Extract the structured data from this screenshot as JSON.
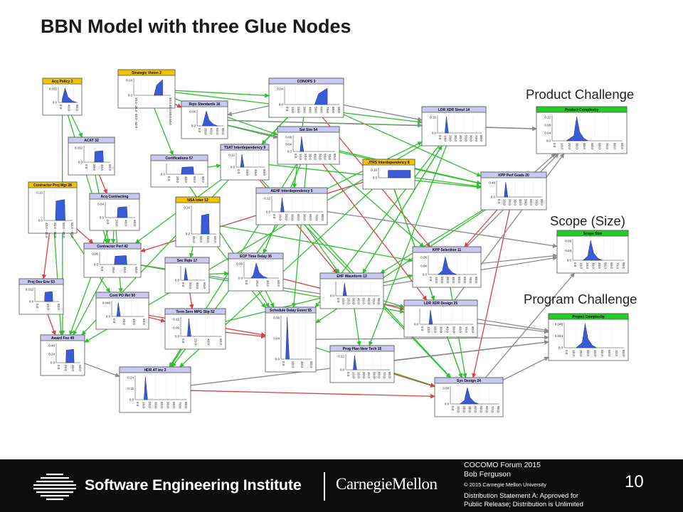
{
  "slide": {
    "title": "BBN Model with three Glue Nodes"
  },
  "glue_labels": {
    "product": "Product Challenge",
    "scope": "Scope (Size)",
    "program": "Program Challenge"
  },
  "nodes": [
    {
      "id": "acq_policy",
      "title": "Acq Policy 2",
      "header": "#f3c200",
      "yticks": [
        "0.032",
        "0.0"
      ],
      "xticks": [
        "0.0",
        "40.0",
        "80.0"
      ]
    },
    {
      "id": "strategic_vision",
      "title": "Strategic Vision 2",
      "header": "#f3c200",
      "yticks": [
        "0.24",
        "0.0"
      ],
      "xticks": [
        "20.0 -30.0 -40.0 -50.0 -",
        "30.0 40.0 50.0 60.0"
      ]
    },
    {
      "id": "conops",
      "title": "CONOPS 3",
      "header": "#c8c8f0",
      "yticks": [
        "0.04",
        "0.0"
      ],
      "xticks": [
        "0.0",
        "10.0",
        "20.0",
        "30.0",
        "40.0",
        "50.0",
        "60.0",
        "70.0",
        "80.0",
        "90.0"
      ]
    },
    {
      "id": "rqts_standards",
      "title": "Rqts Standards 16",
      "header": "#c8c8f0",
      "yticks": [
        "0.06",
        "0.0"
      ],
      "xticks": [
        "0.0",
        "20.0",
        "40.0",
        "60.0",
        "80.0"
      ]
    },
    {
      "id": "ldr_xdr_simul",
      "title": "LDR XDR Simul 14",
      "header": "#c8c8f0",
      "yticks": [
        "0.16",
        "0.0"
      ],
      "xticks": [
        "0.0",
        "10.0",
        "20.0",
        "30.0",
        "40.0",
        "50.0",
        "60.0",
        "70.0",
        "80.0"
      ]
    },
    {
      "id": "product_complexity",
      "title": "Product Complexity",
      "header": "#22cc22",
      "yticks": [
        "0.12",
        "0.08",
        "0.04",
        "0.0"
      ],
      "xticks": [
        "0.0",
        "10.0",
        "20.0",
        "30.0",
        "40.0",
        "50.0",
        "60.0",
        "70.0",
        "80.0",
        "90.0"
      ]
    },
    {
      "id": "sat_sim",
      "title": "Sat Sim 54",
      "header": "#c8c8f0",
      "yticks": [
        "0.08",
        "0.04",
        "0.0"
      ],
      "xticks": [
        "0.0",
        "10.0",
        "20.0",
        "30.0",
        "40.0",
        "50.0",
        "60.0",
        "70.0",
        "80.0"
      ]
    },
    {
      "id": "acat",
      "title": "ACAT 32",
      "header": "#c8c8f0",
      "yticks": [
        "0.032",
        "0.0"
      ],
      "xticks": [
        "0.0",
        "20.0",
        "40.0",
        "60.0"
      ]
    },
    {
      "id": "certifications",
      "title": "Certifications 57",
      "header": "#c8c8f0",
      "yticks": [
        "0.0"
      ],
      "xticks": [
        "0.0",
        "20.0",
        "40.0",
        "60.0",
        "80.0"
      ]
    },
    {
      "id": "tsat_interdep",
      "title": "TSAT Interdependency 9",
      "header": "#c8c8f0",
      "yticks": [
        "0.12",
        "0.0"
      ],
      "xticks": [
        "0.0",
        "20.0",
        "40.0",
        "60.0"
      ]
    },
    {
      "id": "jtrs_interdep",
      "title": "JTRS Interdependency 8",
      "header": "#f3c200",
      "yticks": [
        "0.16",
        "0.0"
      ],
      "xticks": []
    },
    {
      "id": "kpp_perf_goals",
      "title": "KPP Perf Goals 20",
      "header": "#c8c8f0",
      "yticks": [
        "0.48",
        "0.0"
      ],
      "xticks": [
        "0.0",
        "10.0",
        "20.0",
        "30.0",
        "40.0",
        "50.0",
        "60.0",
        "70.0",
        "80.0"
      ]
    },
    {
      "id": "contractor_proj_mgt",
      "title": "Contractor Proj Mgt 28",
      "header": "#f3c200",
      "yticks": [
        "0.16",
        "0.0"
      ],
      "xticks": [
        "40.0 - 45.0",
        "45.0 - 50.0",
        "50.0 - 55.0",
        "55.0 - 60.0"
      ]
    },
    {
      "id": "acq_contracting",
      "title": "Acq Contracting",
      "header": "#c8c8f0",
      "yticks": [
        "0.04",
        "0.0"
      ],
      "xticks": [
        "0.0",
        "20.0",
        "40.0",
        "60.0"
      ]
    },
    {
      "id": "nsa_inter",
      "title": "NSA Inter 12",
      "header": "#f3c200",
      "yticks": [
        "0.16",
        "0.0"
      ],
      "xticks": [
        "45.0",
        "50.0",
        "55.0",
        "60.0"
      ]
    },
    {
      "id": "aehf_interdep",
      "title": "AEHF Interdependency 5",
      "header": "#c8c8f0",
      "yticks": [
        "0.12",
        "0.0"
      ],
      "xticks": [
        "0.0",
        "10.0",
        "20.0",
        "30.0",
        "40.0",
        "50.0",
        "60.0",
        "70.0",
        "80.0"
      ]
    },
    {
      "id": "scope_size",
      "title": "Scope Size",
      "header": "#22cc22",
      "yticks": [
        "0.08",
        "0.04",
        "0.0"
      ],
      "xticks": [
        "0.0",
        "10.0",
        "20.0",
        "30.0",
        "40.0",
        "50.0",
        "60.0",
        "70.0",
        "80.0"
      ]
    },
    {
      "id": "contractor_perf",
      "title": "Contractor Perf 42",
      "header": "#c8c8f0",
      "yticks": [
        "0.06",
        "0.0"
      ],
      "xticks": [
        "0.0",
        "20.0",
        "40.0",
        "60.0"
      ]
    },
    {
      "id": "kpp_selection",
      "title": "KPP Selection 11",
      "header": "#c8c8f0",
      "yticks": [
        "0.08",
        "0.04",
        "0.0"
      ],
      "xticks": [
        "0.0",
        "10.0",
        "20.0",
        "30.0",
        "40.0",
        "50.0",
        "60.0",
        "70.0",
        "80.0"
      ]
    },
    {
      "id": "sec_rqts",
      "title": "Sec Rqts 17",
      "header": "#c8c8f0",
      "yticks": [
        "0.0"
      ],
      "xticks": [
        "0.0",
        "20.0",
        "40.0",
        "60.0"
      ]
    },
    {
      "id": "ecp_time_delay",
      "title": "ECP Time Delay 36",
      "header": "#c8c8f0",
      "yticks": [
        "0.06",
        "0.0"
      ],
      "xticks": [
        "0.0",
        "20.0",
        "40.0",
        "60.0"
      ]
    },
    {
      "id": "proj_dev_env",
      "title": "Proj Dev Env 53",
      "header": "#c8c8f0",
      "yticks": [
        "0.012",
        "0.0"
      ],
      "xticks": [
        "0.0",
        "40.0",
        "80.0"
      ]
    },
    {
      "id": "ehf_waveform",
      "title": "EHF Waveform 13",
      "header": "#c8c8f0",
      "yticks": [
        "0.0"
      ],
      "xticks": [
        "0.0",
        "10.0",
        "20.0",
        "30.0",
        "40.0",
        "50.0",
        "60.0",
        "70.0",
        "80.0"
      ]
    },
    {
      "id": "cont_po_rel",
      "title": "Cont PO Rel 50",
      "header": "#c8c8f0",
      "yticks": [
        "0.048",
        "0.0"
      ],
      "xticks": [
        "0.0",
        "20.0",
        "40.0",
        "60.0"
      ]
    },
    {
      "id": "ldr_xdr_design",
      "title": "LDR XDR Design 25",
      "header": "#c8c8f0",
      "yticks": [
        "0.0"
      ],
      "xticks": [
        "0.0",
        "10.0",
        "20.0",
        "30.0",
        "40.0",
        "50.0",
        "60.0",
        "70.0",
        "80.0"
      ]
    },
    {
      "id": "project_complexity",
      "title": "Project Complexity",
      "header": "#22cc22",
      "yticks": [
        "0.048",
        "0.024",
        "0.0"
      ],
      "xticks": [
        "0.0",
        "10.0",
        "20.0",
        "30.0",
        "40.0",
        "50.0",
        "60.0",
        "70.0",
        "80.0"
      ]
    },
    {
      "id": "term_serv_mpg",
      "title": "Term Serv MPG Slip 52",
      "header": "#c8c8f0",
      "yticks": [
        "0.12",
        "0.06",
        "0.0"
      ],
      "xticks": [
        "0.0",
        "20.0",
        "40.0",
        "60.0"
      ]
    },
    {
      "id": "award_fee",
      "title": "Award Fee 49",
      "header": "#c8c8f0",
      "yticks": [
        "0.48",
        "0.24",
        "0.0"
      ],
      "xticks": [
        "0.0",
        "20.0",
        "40.0",
        "60.0"
      ]
    },
    {
      "id": "schedule_delay_event",
      "title": "Schedule Delay Event 55",
      "header": "#c8c8f0",
      "yticks": [
        "0.08",
        "0.04",
        "0.0"
      ],
      "xticks": [
        "0.0",
        "20.0",
        "40.0",
        "60.0"
      ]
    },
    {
      "id": "prog_plan_new_tech",
      "title": "Prog Plan New Tech 15",
      "header": "#c8c8f0",
      "yticks": [
        "0.12",
        "0.0"
      ],
      "xticks": [
        "0.0",
        "10.0",
        "20.0",
        "30.0",
        "40.0",
        "50.0",
        "60.0",
        "70.0",
        "80.0"
      ]
    },
    {
      "id": "hdr_at_inc2",
      "title": "HDR AT Inc 2",
      "header": "#c8c8f0",
      "yticks": [
        "0.24",
        "0.12",
        "0.0"
      ],
      "xticks": [
        "0.0",
        "10.0",
        "20.0",
        "30.0",
        "40.0",
        "50.0",
        "60.0",
        "70.0",
        "80.0"
      ]
    },
    {
      "id": "sys_design",
      "title": "Sys Design 24",
      "header": "#c8c8f0",
      "yticks": [
        "0.08",
        "0.0"
      ],
      "xticks": [
        "0.0",
        "10.0",
        "20.0",
        "30.0",
        "40.0",
        "50.0",
        "60.0",
        "70.0",
        "80.0"
      ]
    }
  ],
  "edge_colors": {
    "green": "#2ec02e",
    "red": "#d84040",
    "gray": "#8a8a8a"
  },
  "footer": {
    "org": "Software Engineering Institute",
    "university": "CarnegieMellon",
    "event": "COCOMO Forum 2015",
    "author": "Bob Ferguson",
    "copyright": "© 2015 Carnegie Mellon University",
    "distribution_line1": "Distribution Statement A: Approved for",
    "distribution_line2": "Public Release; Distribution is Unlimited",
    "page_number": "10"
  }
}
